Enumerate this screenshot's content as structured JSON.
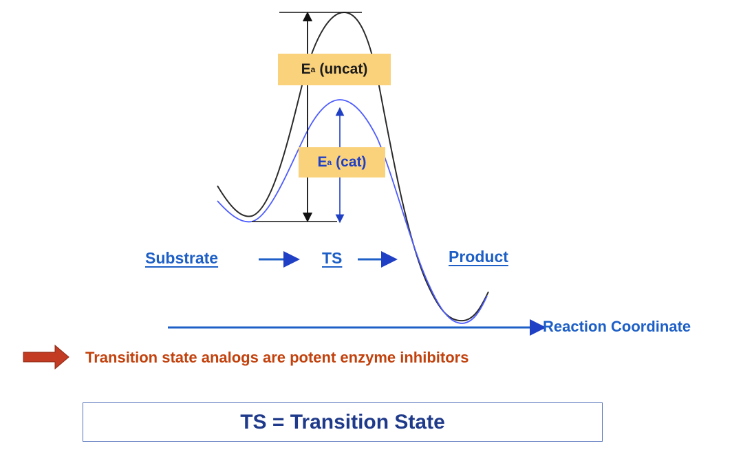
{
  "diagram": {
    "uncat_box": {
      "main": "E",
      "sub": "a",
      "rest": "(uncat)"
    },
    "cat_box": {
      "main": "E",
      "sub": "a",
      "rest": "(cat)"
    },
    "steps": {
      "substrate": "Substrate",
      "ts": "TS",
      "product": "Product"
    },
    "axis_label": "Reaction Coordinate",
    "note": "Transition state analogs are potent enzyme inhibitors",
    "definition": "TS = Transition State"
  },
  "colors": {
    "uncatalyzed_curve": "#2a2a2a",
    "catalyzed_curve": "#4d5cff",
    "label_blue": "#1d5fc6",
    "note_red": "#c2410c",
    "box_fill": "#fbd27c"
  }
}
